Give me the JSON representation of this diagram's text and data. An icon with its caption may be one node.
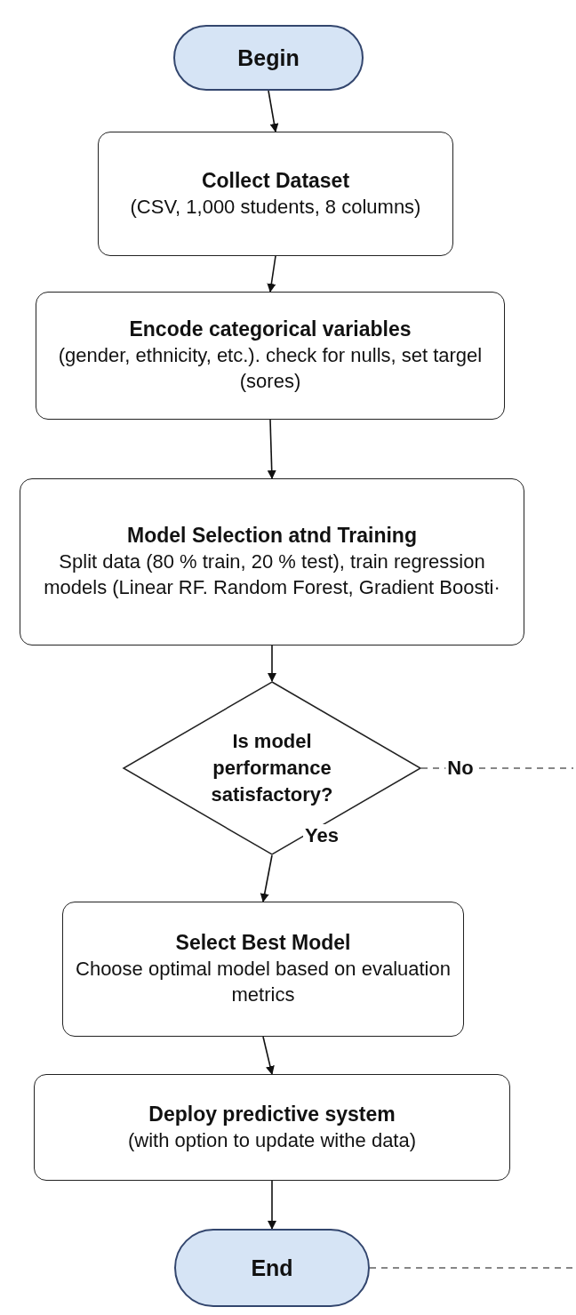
{
  "diagram": {
    "nodes": [
      {
        "text": [
          "Begin"
        ]
      },
      {
        "text": [
          "Collect Dataset",
          "(CSV, 1,000 students, 8 columns)"
        ]
      },
      {
        "text": [
          "Encode categorical variables",
          "(gender, ethnicity, etc.). check for nulls, set targel (sores)"
        ]
      },
      {
        "text": [
          "Model Selection atnd Training",
          "Split data (80 % train, 20 % test), train regression models (Linear RF. Random Forest, Gradient Boosti·"
        ]
      },
      {
        "text": [
          "Is model performance satisfactory?"
        ]
      },
      {
        "text": [
          "Select Best Model",
          "Choose optimal model based on evaluation metrics"
        ]
      },
      {
        "text": [
          "Deploy predictive system",
          "(with option to update withe data)"
        ]
      },
      {
        "text": [
          "End"
        ]
      }
    ],
    "edges": [
      {
        "from": 0,
        "to": 1,
        "arrow": "to"
      },
      {
        "from": 1,
        "to": 2,
        "arrow": "to"
      },
      {
        "from": 2,
        "to": 3,
        "arrow": "to"
      },
      {
        "from": 3,
        "to": 4,
        "arrow": "to"
      },
      {
        "from": 4,
        "to": 5,
        "arrow": "to",
        "label": "Yes"
      },
      {
        "from": 5,
        "to": 6,
        "arrow": "to"
      },
      {
        "from": 6,
        "to": 7,
        "arrow": "to"
      },
      {
        "from": 4,
        "to": null,
        "arrow": "none",
        "label": "No",
        "style": "dashed"
      },
      {
        "from": 7,
        "to": null,
        "arrow": "none",
        "style": "dashed"
      }
    ]
  }
}
